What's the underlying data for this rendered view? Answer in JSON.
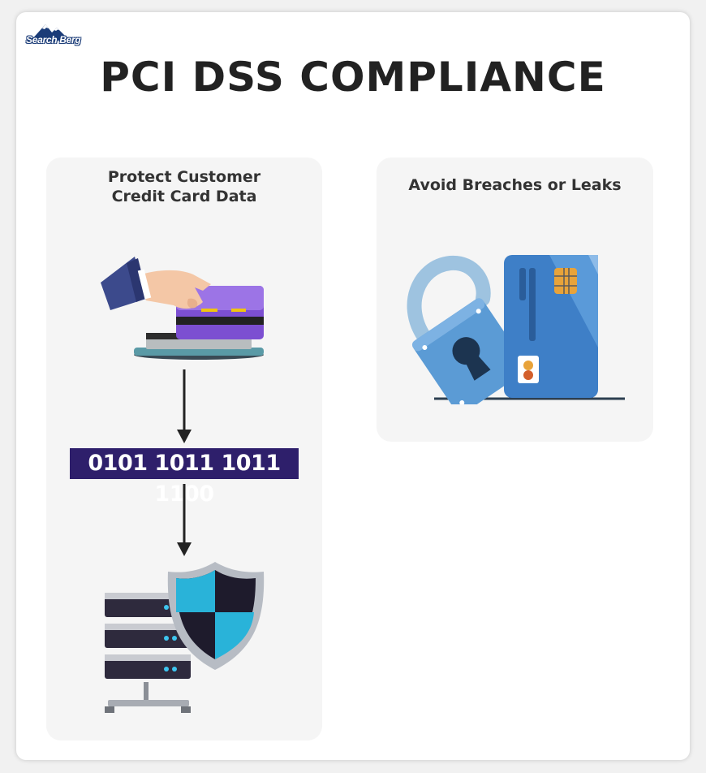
{
  "logo": {
    "text": "Search Berg"
  },
  "title": "PCI DSS COMPLIANCE",
  "left_panel": {
    "title_line1": "Protect Customer",
    "title_line2": "Credit Card Data",
    "binary_code": "0101 1011 1011 1100",
    "icons": [
      "hand-swiping-card-icon",
      "arrow-down-icon",
      "server-shield-icon"
    ]
  },
  "right_panel": {
    "title": "Avoid Breaches or Leaks",
    "icons": [
      "padlock-icon",
      "credit-card-icon"
    ]
  },
  "colors": {
    "binary_bg": "#2e1f6b",
    "card_blue": "#3e7fc7",
    "lock_blue": "#5b9bd5",
    "shield_cyan": "#29b3d9"
  }
}
